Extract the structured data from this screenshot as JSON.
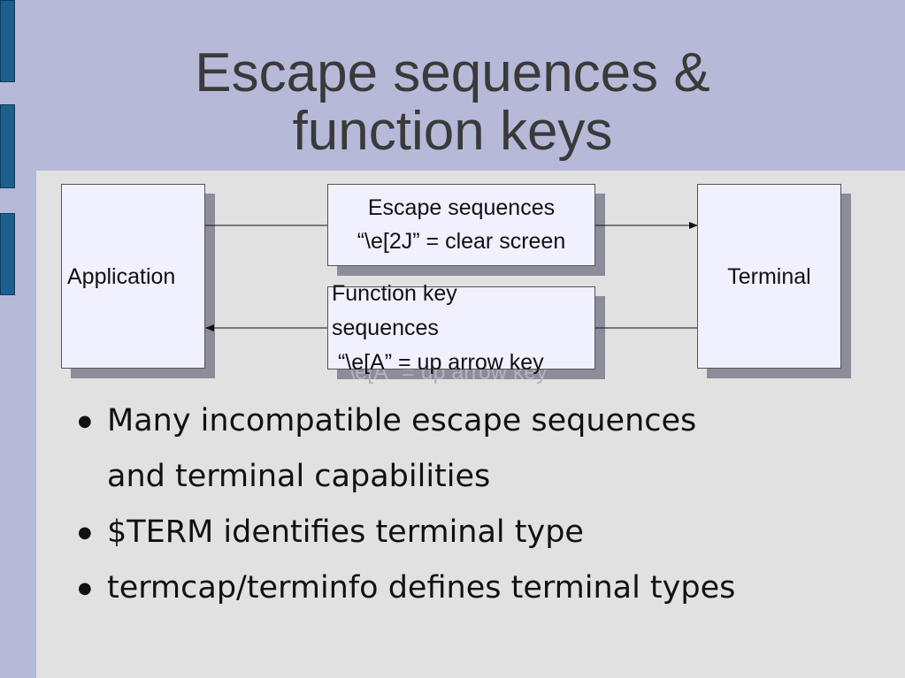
{
  "slide": {
    "title_line1": "Escape sequences &",
    "title_line2": "function keys"
  },
  "diagram": {
    "application_label": "Application",
    "terminal_label": "Terminal",
    "escape_box": {
      "line1": "Escape sequences",
      "line2": "“\\e[2J” = clear screen"
    },
    "function_box": {
      "line1": "Function key",
      "line2": "sequences",
      "line3": " “\\e[A” = up arrow key"
    }
  },
  "bullets": [
    "Many incompatible escape sequences and terminal capabilities",
    "$TERM identifies terminal type",
    "termcap/terminfo defines terminal types"
  ],
  "bullet_lines": {
    "b1_line1": "Many incompatible escape sequences",
    "b1_line2": "and terminal capabilities"
  },
  "colors": {
    "background": "#b6b9d8",
    "content_panel": "#e1e1e1",
    "box_fill": "#f0f0ff",
    "side_tab": "#1c5f8e"
  }
}
